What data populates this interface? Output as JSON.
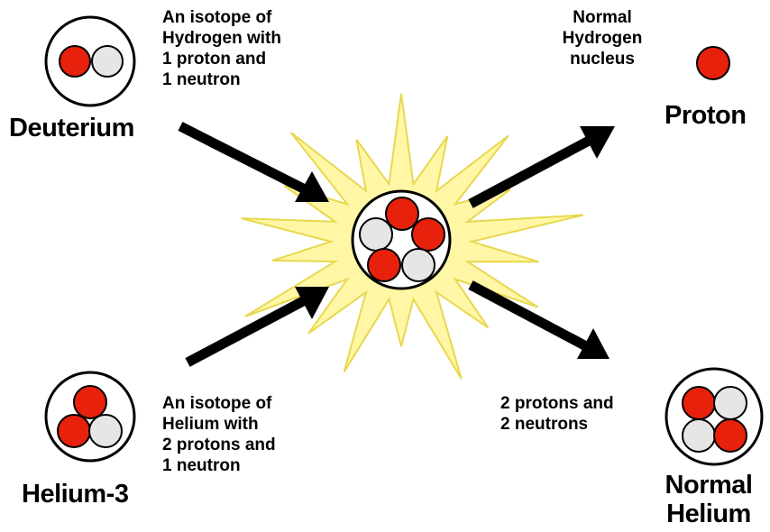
{
  "colors": {
    "proton": "#e8210c",
    "neutron": "#e6e6e6",
    "burst_fill": "#fff7a6",
    "burst_stroke": "#e8d84e",
    "arrow": "#000000"
  },
  "particles": {
    "deuterium": {
      "name": "Deuterium",
      "note_lines": [
        "An isotope of",
        "Hydrogen with",
        "1 proton and",
        "1 neutron"
      ]
    },
    "helium3": {
      "name": "Helium-3",
      "note_lines": [
        "An isotope of",
        "Helium with",
        "2 protons and",
        "1 neutron"
      ]
    },
    "proton": {
      "name": "Proton",
      "note_lines": [
        "Normal",
        "Hydrogen",
        "nucleus"
      ]
    },
    "normal_helium": {
      "name_lines": [
        "Normal",
        "Helium"
      ],
      "note_lines": [
        "2 protons and",
        "2 neutrons"
      ]
    }
  }
}
